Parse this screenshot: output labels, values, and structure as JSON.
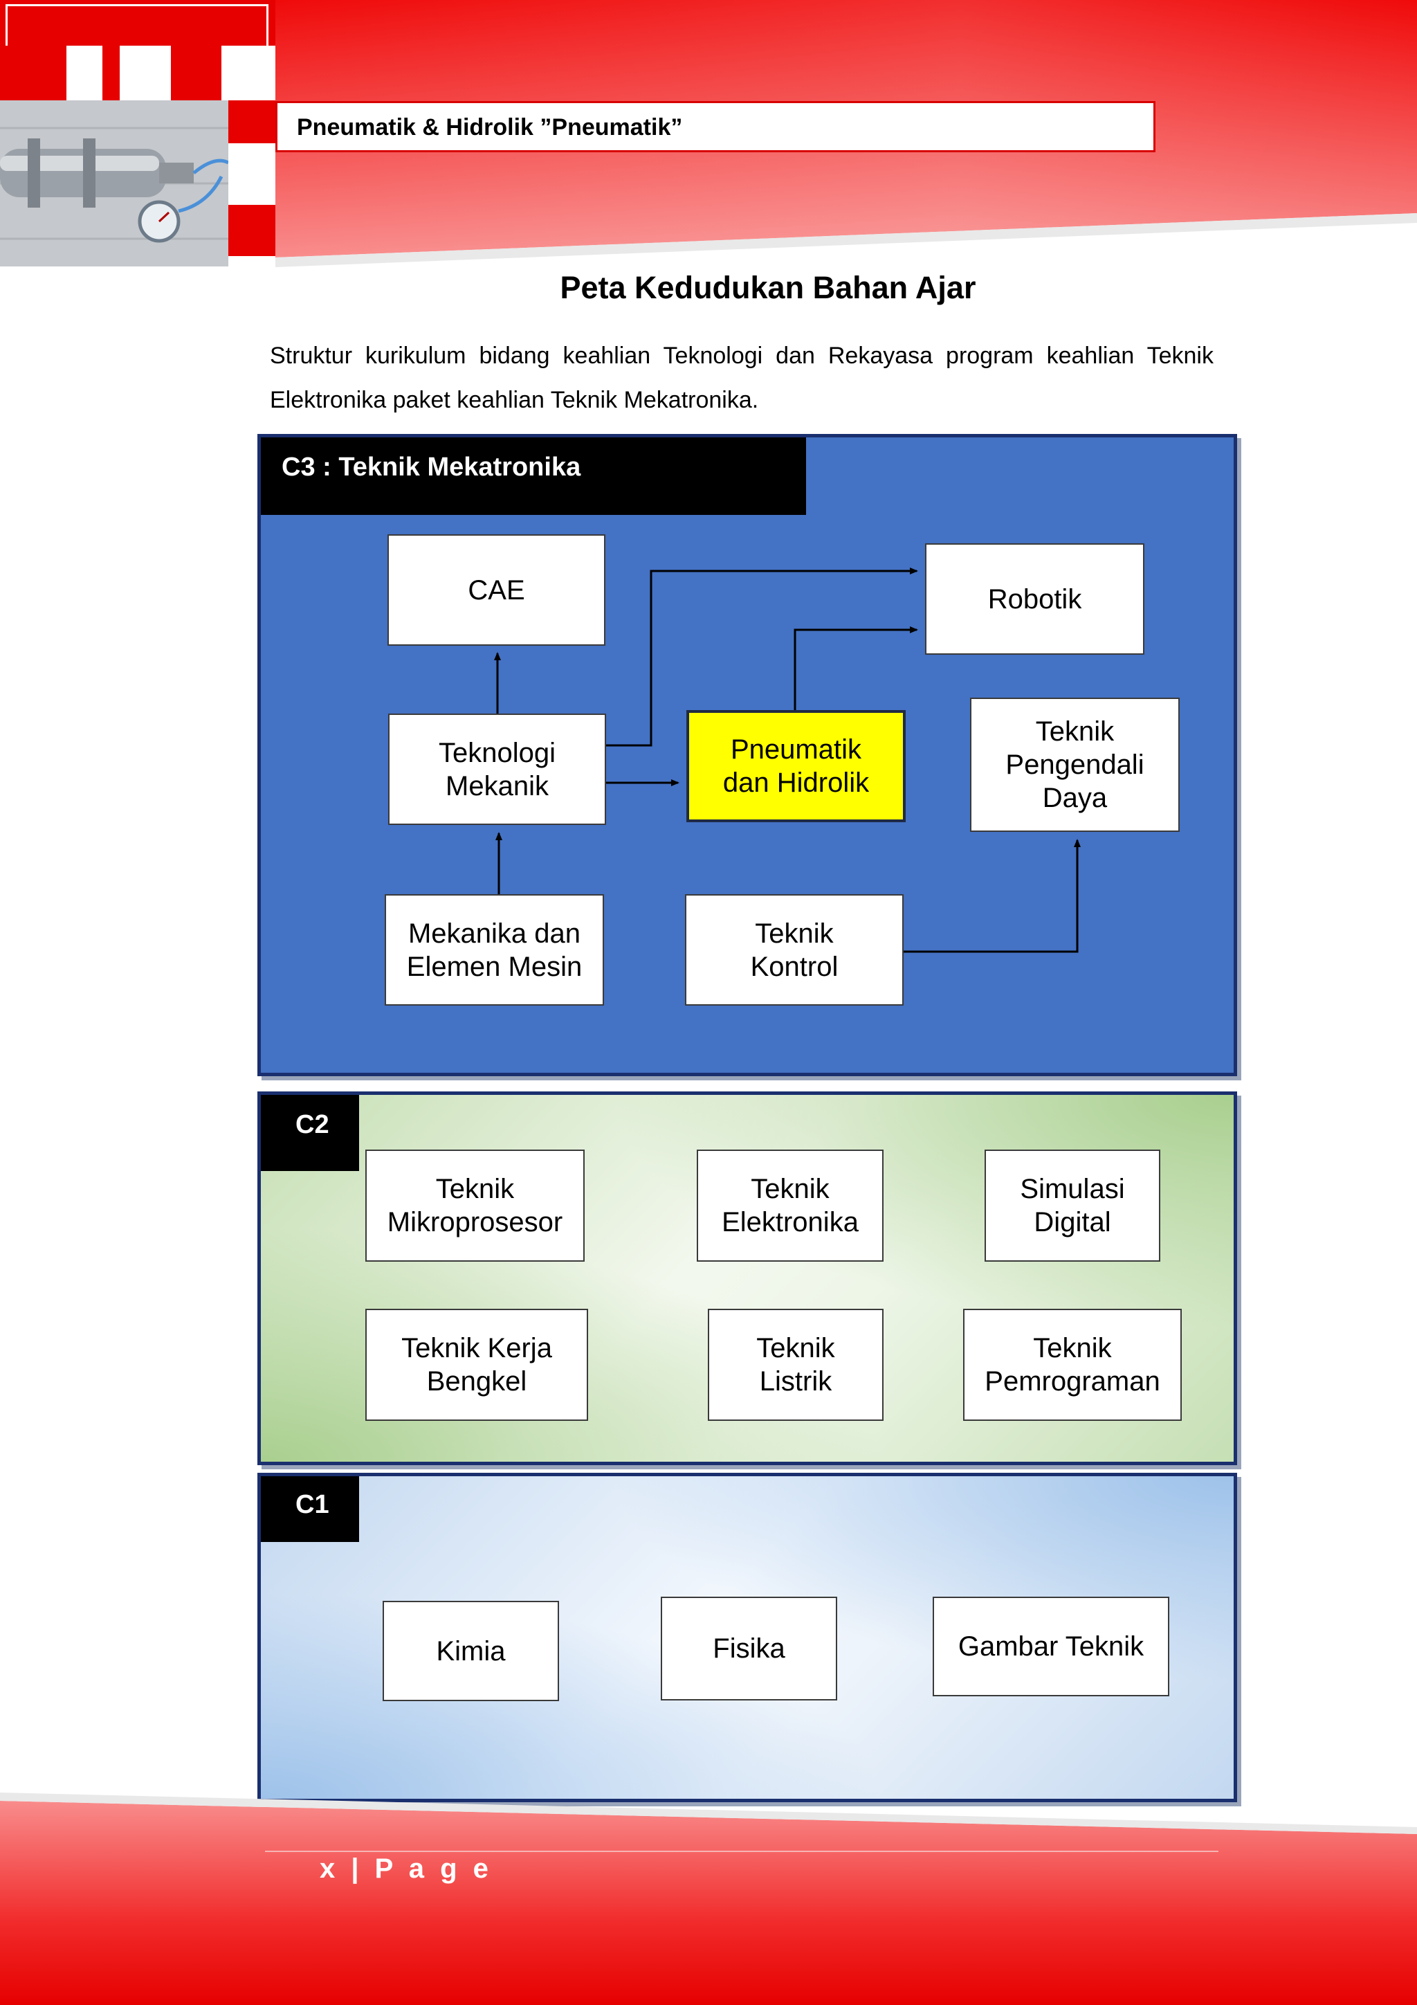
{
  "header": {
    "title": "Pneumatik & Hidrolik ”Pneumatik”"
  },
  "page": {
    "heading": "Peta Kedudukan Bahan Ajar",
    "intro": "Struktur kurikulum bidang keahlian Teknologi dan Rekayasa  program keahlian Teknik Elektronika  paket keahlian Teknik Mekatronika."
  },
  "diagram": {
    "c3": {
      "label": "C3 : Teknik Mekatronika",
      "nodes": {
        "cae": "CAE",
        "robotik": "Robotik",
        "teknologi_mekanik": "Teknologi\nMekanik",
        "pneumatik_hidrolik": "Pneumatik\ndan Hidrolik",
        "teknik_pengendali_daya": "Teknik\nPengendali\nDaya",
        "mekanika_elemen_mesin": "Mekanika dan\nElemen Mesin",
        "teknik_kontrol": "Teknik\nKontrol"
      }
    },
    "c2": {
      "label": "C2",
      "nodes": {
        "teknik_mikroprosesor": "Teknik\nMikroprosesor",
        "teknik_elektronika": "Teknik\nElektronika",
        "simulasi_digital": "Simulasi\nDigital",
        "teknik_kerja_bengkel": "Teknik Kerja\nBengkel",
        "teknik_listrik": "Teknik\nListrik",
        "teknik_pemrograman": "Teknik\nPemrograman"
      }
    },
    "c1": {
      "label": "C1",
      "nodes": {
        "kimia": "Kimia",
        "fisika": "Fisika",
        "gambar_teknik": "Gambar Teknik"
      }
    }
  },
  "colors": {
    "header_red": "#e60000",
    "c3_panel": "#4472c4",
    "highlight_node": "#ffff00"
  },
  "footer": {
    "page_label": "x | P a g e"
  }
}
